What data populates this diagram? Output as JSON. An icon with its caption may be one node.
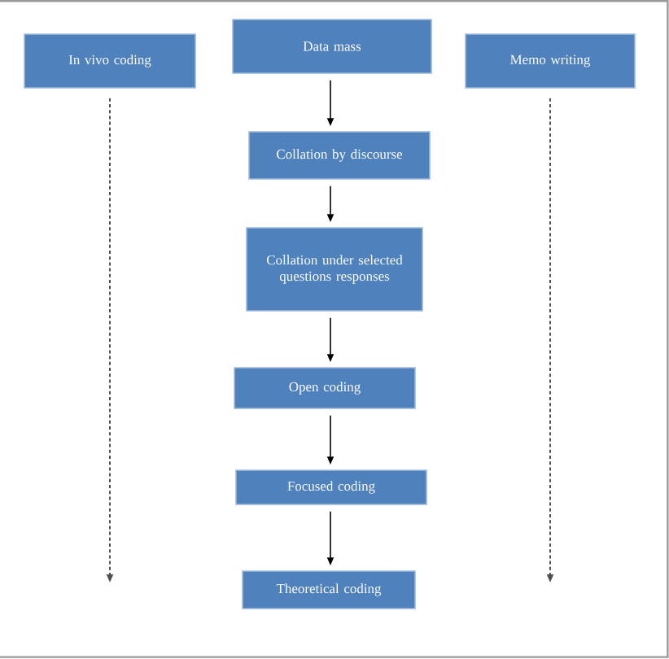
{
  "diagram": {
    "nodes": [
      {
        "text": [
          "In vivo coding"
        ]
      },
      {
        "text": [
          "Data mass"
        ]
      },
      {
        "text": [
          "Memo writing"
        ]
      },
      {
        "text": [
          "Collation by discourse"
        ]
      },
      {
        "text": [
          "Collation under selected questions responses"
        ]
      },
      {
        "text": [
          "Open coding"
        ]
      },
      {
        "text": [
          "Focused coding"
        ]
      },
      {
        "text": [
          "Theoretical coding"
        ]
      }
    ],
    "edges": [
      {
        "from": 1,
        "to": 3,
        "arrow": "to"
      },
      {
        "from": 3,
        "to": 4,
        "arrow": "to"
      },
      {
        "from": 4,
        "to": 5,
        "arrow": "to"
      },
      {
        "from": 5,
        "to": 6,
        "arrow": "to"
      },
      {
        "from": 6,
        "to": 7,
        "arrow": "to"
      },
      {
        "from": 0,
        "to": null,
        "arrow": "to",
        "style": "dashed"
      },
      {
        "from": 2,
        "to": null,
        "arrow": "to",
        "style": "dashed"
      }
    ]
  }
}
